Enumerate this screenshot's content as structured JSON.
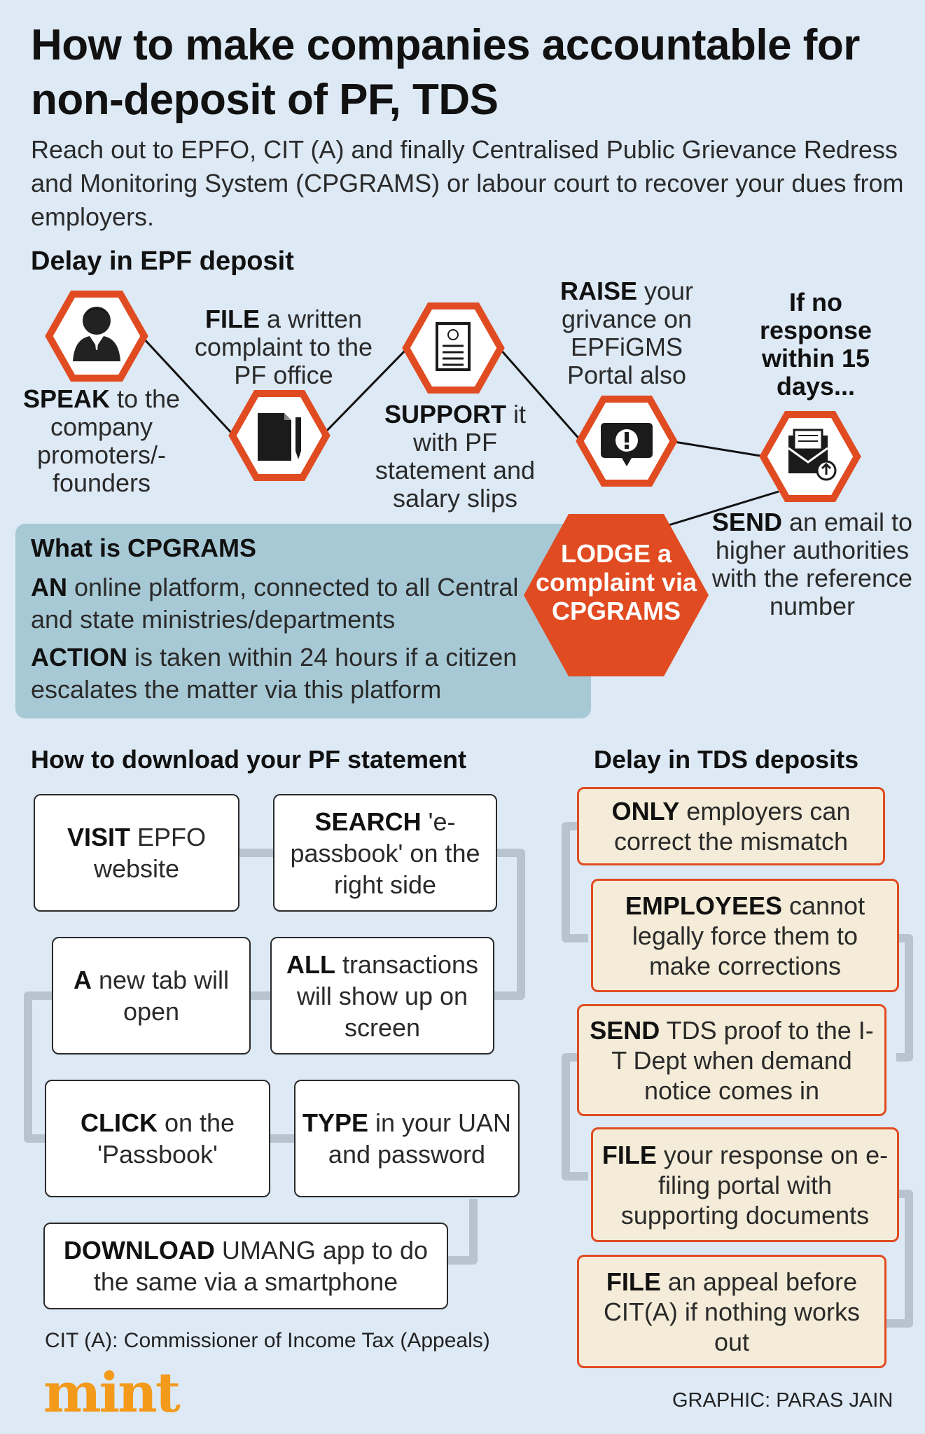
{
  "title": "How to make companies accountable for non-deposit of PF, TDS",
  "subtitle": "Reach out to EPFO, CIT (A) and finally Centralised Public Grievance Redress and Monitoring System (CPGRAMS) or labour court to recover your dues from employers.",
  "epf": {
    "heading": "Delay in EPF deposit",
    "steps": [
      {
        "bold": "SPEAK",
        "rest": " to the company promoters/- founders"
      },
      {
        "bold": "FILE",
        "rest": " a written complaint to the PF office"
      },
      {
        "bold": "SUPPORT",
        "rest": " it with PF statement and salary slips"
      },
      {
        "bold": "RAISE",
        "rest": " your grivance on EPFiGMS Portal also"
      },
      {
        "bold": "If no response within 15 days...",
        "rest": ""
      },
      {
        "bold": "SEND",
        "rest": " an email to higher authorities with the reference number"
      }
    ],
    "lodge": "LODGE a complaint via CPGRAMS"
  },
  "cpgrams": {
    "title": "What is CPGRAMS",
    "lines": [
      {
        "bold": "AN",
        "rest": " online platform, connected to all Central and state ministries/departments"
      },
      {
        "bold": "ACTION",
        "rest": " is taken within 24 hours if a citizen escalates the matter via this platform"
      }
    ]
  },
  "pf_statement": {
    "heading": "How to download your PF statement",
    "steps": [
      {
        "bold": "VISIT",
        "rest": " EPFO website"
      },
      {
        "bold": "SEARCH",
        "rest": " 'e-passbook' on the right side"
      },
      {
        "bold": "ALL",
        "rest": " transactions will show up on screen"
      },
      {
        "bold": "A",
        "rest": " new tab will open"
      },
      {
        "bold": "CLICK",
        "rest": " on the 'Passbook'"
      },
      {
        "bold": "TYPE",
        "rest": " in your UAN and password"
      },
      {
        "bold": "DOWNLOAD",
        "rest": " UMANG app to do the same via a smartphone"
      }
    ]
  },
  "tds": {
    "heading": "Delay in TDS deposits",
    "steps": [
      {
        "bold": "ONLY",
        "rest": " employers can correct the mismatch"
      },
      {
        "bold": "EMPLOYEES",
        "rest": " cannot legally force them to make corrections"
      },
      {
        "bold": "SEND",
        "rest": " TDS proof to the I-T Dept when demand notice comes in"
      },
      {
        "bold": "FILE",
        "rest": " your response on e-filing portal with supporting documents"
      },
      {
        "bold": "FILE",
        "rest": " an appeal before CIT(A) if nothing works out"
      }
    ]
  },
  "footnote": "CIT (A): Commissioner of Income Tax (Appeals)",
  "logo": "mint",
  "credit": "GRAPHIC: PARAS JAIN",
  "colors": {
    "accent": "#e14b22",
    "background": "#dde9f5",
    "cpgrams_box": "#a7c9d6",
    "tds_fill": "#f4ecd8",
    "logo": "#f39a1b"
  },
  "icons": [
    "person-icon",
    "document-pen-icon",
    "certificate-icon",
    "alert-chat-icon",
    "email-icon"
  ]
}
